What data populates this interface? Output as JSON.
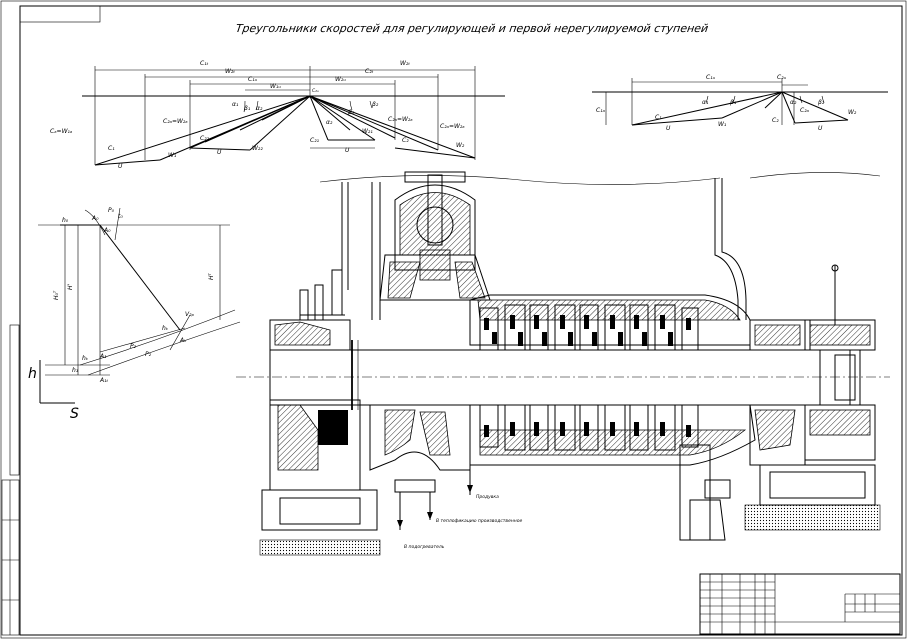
{
  "drawing": {
    "title": "Треугольники скоростей для регулирующей и первой нерегулируемой ступеней"
  },
  "triangles_left": {
    "labels": {
      "c1t": "C₁ₜ",
      "w2t": "W₂ₜ",
      "c2t": "C₂ₜ",
      "w2t2": "W₂ₜ",
      "c1u": "C₁ᵤ",
      "w1u": "W₁ᵤ",
      "c2u": "C₂ᵤ",
      "w2u": "W₂ᵤ",
      "c2u2": "C₂ᵤ",
      "ca_w1a": "Cₐ=W₁ₐ",
      "cz_w2z": "C₂ₐ=W₂ₐ",
      "cz2_w2z2": "C₂ₐ=W₂ₐ",
      "ca_w2a": "C₂ₐ=W₂ₐ",
      "c1": "C₁",
      "w1": "W₁",
      "u": "U",
      "c2": "C₂",
      "w2": "W₂",
      "u2": "U",
      "alpha1": "α₁",
      "beta1": "β₁",
      "alpha2": "α₂",
      "beta2": "β₂",
      "c21": "C₂₁",
      "w21": "W₂₁",
      "c22": "C₂₂",
      "w22": "W₂₂"
    }
  },
  "triangles_right": {
    "labels": {
      "c1u": "C₁ᵤ",
      "c2u": "C₂ᵤ",
      "c1a": "C₁ₐ",
      "c2a": "C₂ₐ",
      "c1": "C₁",
      "w1": "W₁",
      "u": "U",
      "c2": "C₂",
      "w2": "W₂",
      "u2": "U",
      "alpha1": "α₁",
      "beta1": "β₁",
      "alpha2": "α₂",
      "beta2": "β₂"
    }
  },
  "hs_diagram": {
    "labels": {
      "h0": "h₀",
      "a0": "A₀",
      "p0": "P₀",
      "t0": "t₀",
      "hk": "hₖ",
      "p2": "P₂",
      "pz": "P₂",
      "h_opt": "H₀ᵀ",
      "h_full": "H'",
      "h_t": "Hᵀ",
      "h1": "h₁",
      "a1": "A₁",
      "a1t": "A₁ₜ",
      "a2": "A₂",
      "vz": "V₂ₚ",
      "a_k": "Aₖ",
      "axis_h": "h",
      "axis_s": "S"
    }
  },
  "section_notes": {
    "to_regen": "В подогреватель",
    "to_process": "В теплофикацию производственное",
    "to_heater": "В подогреватель",
    "drain": "Продувка"
  }
}
